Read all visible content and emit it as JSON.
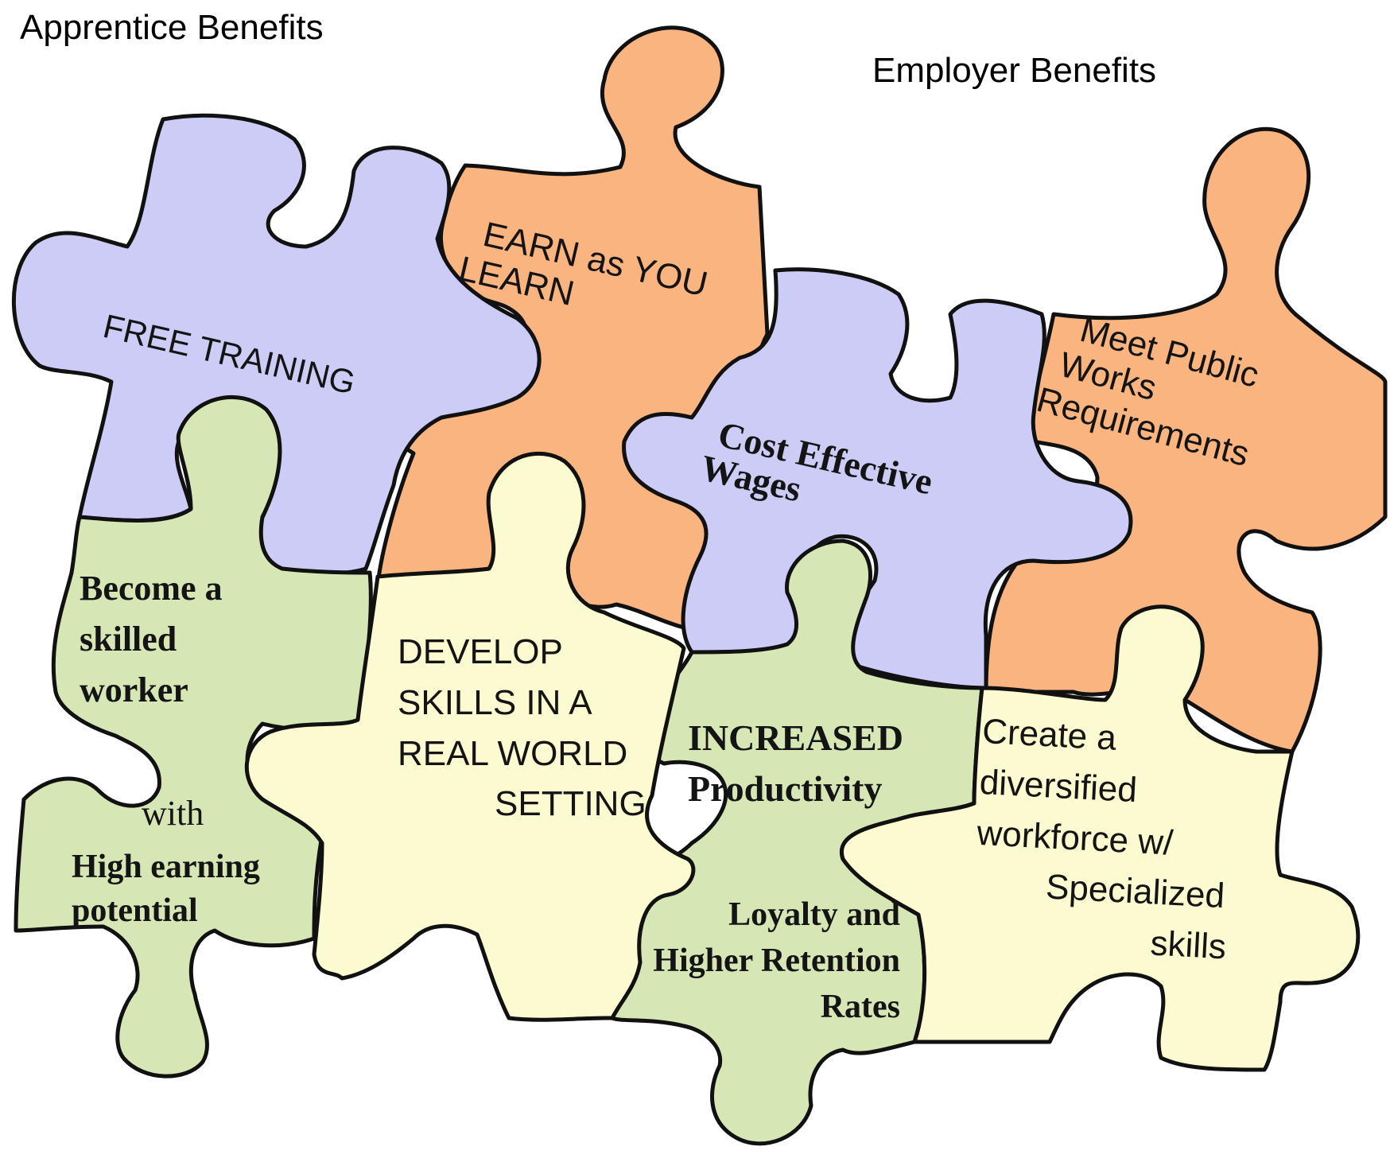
{
  "headers": {
    "apprentice": "Apprentice Benefits",
    "employer": "Employer Benefits"
  },
  "colors": {
    "lavender": "#ccccf7",
    "orange": "#f9b47f",
    "green": "#d6e6b5",
    "cream": "#fbfad0",
    "outline": "#111111"
  },
  "pieces": {
    "free_training": {
      "text": "FREE TRAINING"
    },
    "earn_learn": {
      "line1": "EARN as YOU",
      "line2": "LEARN"
    },
    "cost_effective": {
      "line1": "Cost Effective",
      "line2": "Wages"
    },
    "public_works": {
      "line1": "Meet Public",
      "line2": "Works",
      "line3": "Requirements"
    },
    "skilled_worker": {
      "line1": "Become a",
      "line2": "skilled",
      "line3": "worker",
      "line4": "with",
      "line5": "High earning",
      "line6": "potential"
    },
    "develop_skills": {
      "line1": "DEVELOP",
      "line2": "SKILLS IN A",
      "line3": "REAL WORLD",
      "line4": "SETTING"
    },
    "productivity": {
      "line1": "INCREASED",
      "line2": "Productivity",
      "line3": "Loyalty and",
      "line4": "Higher Retention",
      "line5": "Rates"
    },
    "diversified": {
      "line1": "Create a",
      "line2": "diversified",
      "line3": "workforce w/",
      "line4": "Specialized",
      "line5": "skills"
    }
  }
}
